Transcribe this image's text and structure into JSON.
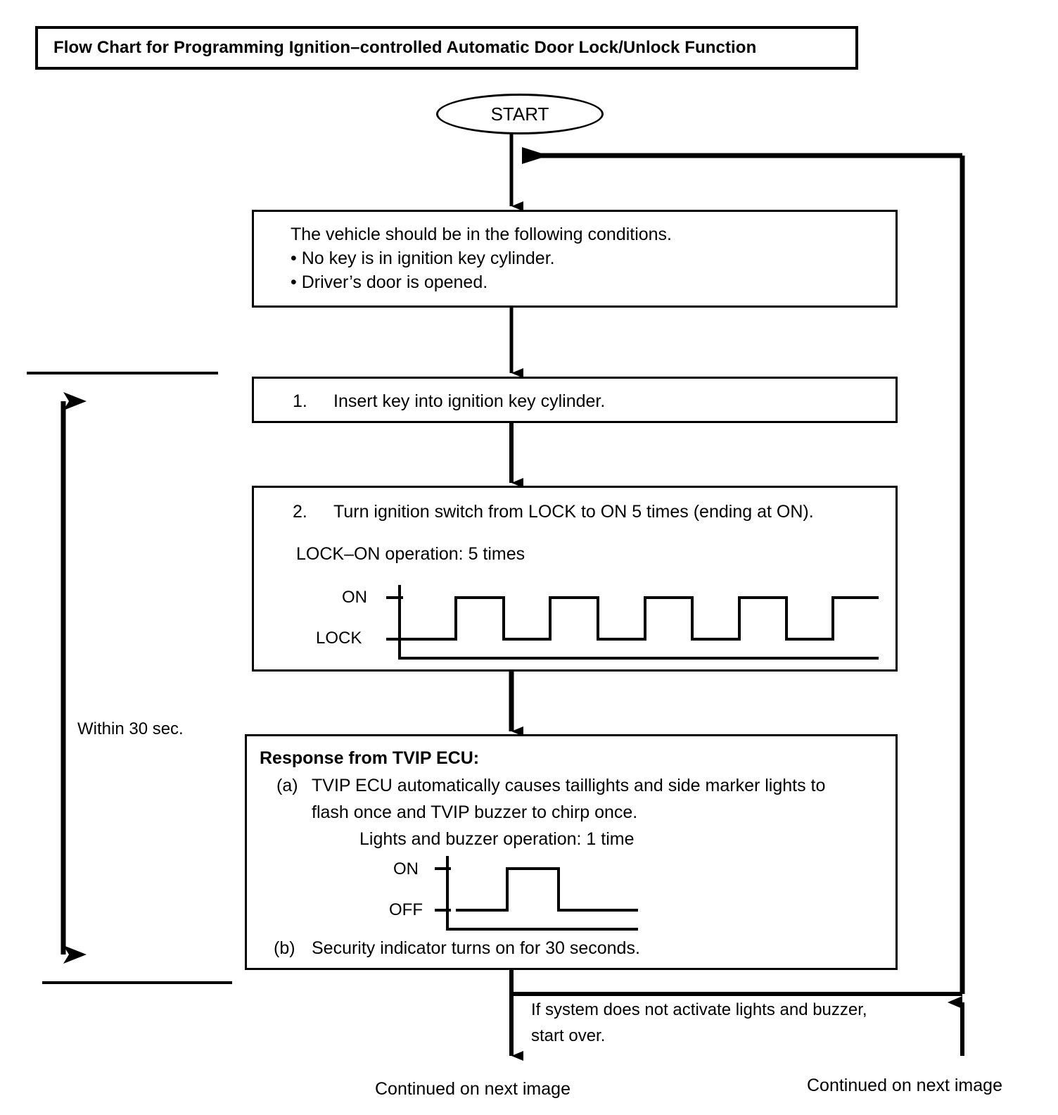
{
  "title": {
    "text": "Flow Chart for Programming Ignition–controlled Automatic Door Lock/Unlock Function"
  },
  "nodes": {
    "start": {
      "label": "START"
    },
    "conditions": {
      "line1": "The vehicle should be in the following conditions.",
      "line2": "• No key is in ignition key cylinder.",
      "line3": "• Driver’s door is opened."
    },
    "step1": {
      "number": "1.",
      "text": "Insert key into ignition key cylinder."
    },
    "step2": {
      "number": "2.",
      "text": "Turn ignition switch from LOCK to ON 5 times (ending at ON).",
      "caption": "LOCK–ON operation: 5 times",
      "wave_high_label": "ON",
      "wave_low_label": "LOCK"
    },
    "response": {
      "heading": "Response from TVIP ECU:",
      "item_a_marker": "(a)",
      "item_a_line1": "TVIP ECU automatically causes taillights and side marker lights to",
      "item_a_line2": "flash once and TVIP buzzer to chirp once.",
      "caption": "Lights and buzzer operation: 1 time",
      "wave_high_label": "ON",
      "wave_low_label": "OFF",
      "item_b_marker": "(b)",
      "item_b_text": "Security indicator turns on for 30 seconds."
    }
  },
  "annotations": {
    "timing_bracket": "Within 30 sec.",
    "retry_note_line1": "If system does not activate lights and buzzer,",
    "retry_note_line2": "start over.",
    "continued_left": "Continued on next image",
    "continued_right": "Continued on next image"
  },
  "chart_data": [
    {
      "type": "line",
      "name": "ignition-switch-waveform",
      "title": "LOCK–ON operation: 5 times",
      "ylabels": [
        "ON",
        "LOCK"
      ],
      "ylevels": {
        "ON": 1,
        "LOCK": 0
      },
      "pulses": 5,
      "ends_at": "ON",
      "x": [
        0,
        1,
        1,
        2,
        2,
        3,
        3,
        4,
        4,
        5,
        5,
        6,
        6,
        7,
        7,
        8,
        8,
        9,
        9,
        10,
        10,
        11
      ],
      "values": [
        0,
        0,
        1,
        1,
        0,
        0,
        1,
        1,
        0,
        0,
        1,
        1,
        0,
        0,
        1,
        1,
        0,
        0,
        1,
        1,
        1,
        1
      ],
      "grid": false
    },
    {
      "type": "line",
      "name": "lights-buzzer-waveform",
      "title": "Lights and buzzer operation: 1 time",
      "ylabels": [
        "ON",
        "OFF"
      ],
      "ylevels": {
        "ON": 1,
        "OFF": 0
      },
      "pulses": 1,
      "ends_at": "OFF",
      "x": [
        0,
        2,
        2,
        4,
        4,
        9
      ],
      "values": [
        0,
        0,
        1,
        1,
        0,
        0
      ],
      "grid": false
    }
  ]
}
